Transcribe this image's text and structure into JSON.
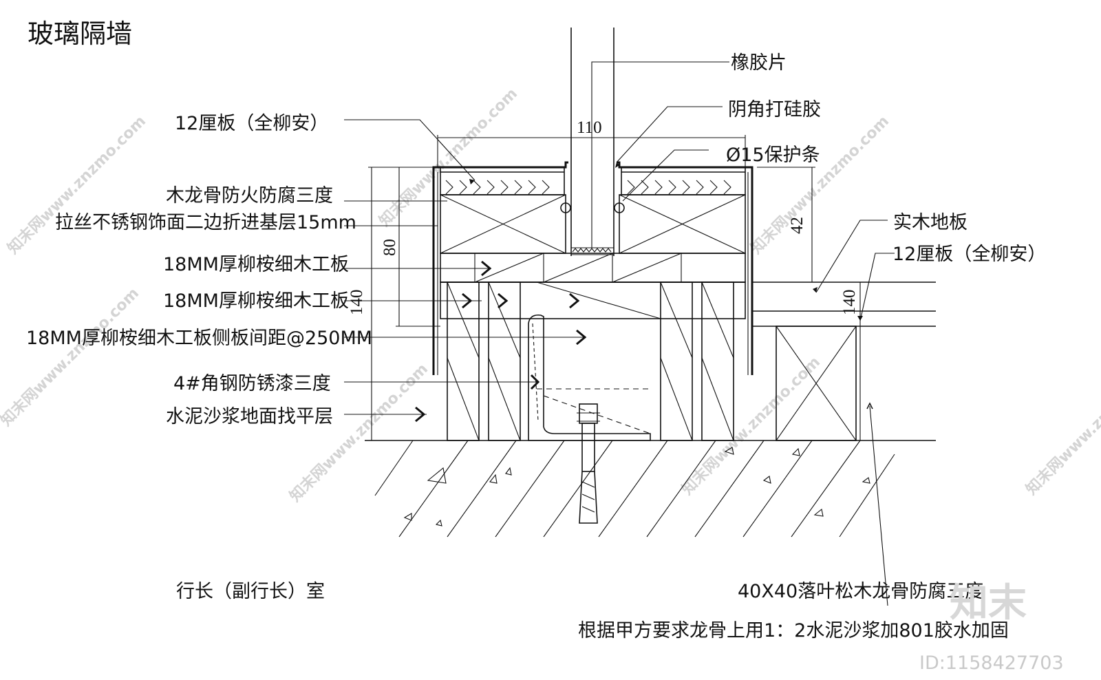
{
  "title": "玻璃隔墙",
  "labels_left": {
    "board_12": "12厘板（全柳安）",
    "keel": "木龙骨防火防腐三度",
    "steel": "拉丝不锈钢饰面二边折进基层15mm",
    "plywood_a": "18MM厚柳桉细木工板",
    "plywood_b": "18MM厚柳桉细木工板",
    "plywood_side": "18MM厚柳桉细木工板侧板间距@250MM",
    "angle_steel": "4#角钢防锈漆三度",
    "mortar": "水泥沙浆地面找平层"
  },
  "labels_right": {
    "rubber": "橡胶片",
    "silicone": "阴角打硅胶",
    "guard": "Ø15保护条",
    "floor": "实木地板",
    "board_12": "12厘板（全柳安）"
  },
  "dimensions": {
    "d110": "110",
    "d80": "80",
    "d140_left": "140",
    "d42": "42",
    "d140_right": "140"
  },
  "bottom": {
    "room": "行长（副行长）室",
    "note1": "40X40落叶松木龙骨防腐三度",
    "note2": "根据甲方要求龙骨上用1：2水泥沙浆加801胶水加固"
  },
  "watermark": {
    "site": "知末网www.znzmo.com",
    "brand": "知末",
    "id": "ID:1158427703"
  }
}
